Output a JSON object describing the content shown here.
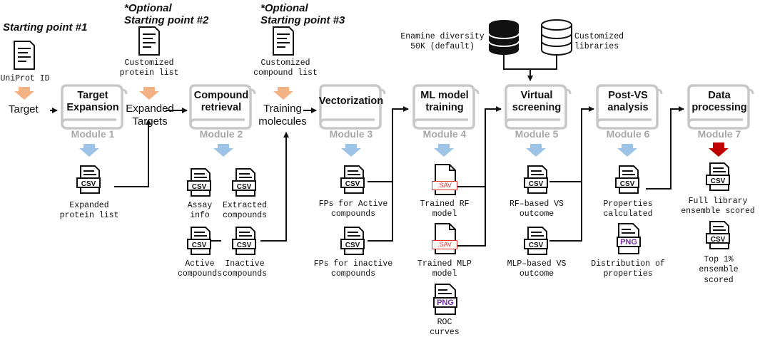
{
  "starts": {
    "start1": "Starting point #1",
    "start2_l1": "*Optional",
    "start2_l2": "Starting point #2",
    "start3_l1": "*Optional",
    "start3_l2": "Starting point #3"
  },
  "inputs": {
    "uniprot": "UniProt ID",
    "protein_list_l1": "Customized",
    "protein_list_l2": "protein list",
    "compound_list_l1": "Customized",
    "compound_list_l2": "compound list",
    "enamine_l1": "Enamine diversity",
    "enamine_l2": "50K (default)",
    "libs_l1": "Customized",
    "libs_l2": "libraries"
  },
  "nodes": {
    "target": "Target",
    "expanded_l1": "Expanded",
    "expanded_l2": "Targets",
    "training_l1": "Training",
    "training_l2": "molecules"
  },
  "modules": [
    {
      "title_l1": "Target",
      "title_l2": "Expansion",
      "num": "Module 1"
    },
    {
      "title_l1": "Compound",
      "title_l2": "retrieval",
      "num": "Module 2"
    },
    {
      "title_l1": "Vectorization",
      "title_l2": "",
      "num": "Module 3"
    },
    {
      "title_l1": "ML model",
      "title_l2": "training",
      "num": "Module 4"
    },
    {
      "title_l1": "Virtual",
      "title_l2": "screening",
      "num": "Module 5"
    },
    {
      "title_l1": "Post-VS",
      "title_l2": "analysis",
      "num": "Module 6"
    },
    {
      "title_l1": "Data",
      "title_l2": "processing",
      "num": "Module 7"
    }
  ],
  "files": {
    "csv_tag": "CSV",
    "sav_tag": ".SAV",
    "png_tag": "PNG",
    "expanded_protein_l1": "Expanded",
    "expanded_protein_l2": "protein list",
    "assay_l1": "Assay",
    "assay_l2": "info",
    "extracted_l1": "Extracted",
    "extracted_l2": "compounds",
    "active_l1": "Active",
    "active_l2": "compounds",
    "inactive_l1": "Inactive",
    "inactive_l2": "compounds",
    "fp_active_l1": "FPs for Active",
    "fp_active_l2": "compounds",
    "fp_inactive_l1": "FPs for inactive",
    "fp_inactive_l2": "compounds",
    "rf_l1": "Trained RF",
    "rf_l2": "model",
    "mlp_l1": "Trained MLP",
    "mlp_l2": "model",
    "roc_l1": "ROC",
    "roc_l2": "curves",
    "rf_vs_l1": "RF–based VS",
    "rf_vs_l2": "outcome",
    "mlp_vs_l1": "MLP–based VS",
    "mlp_vs_l2": "outcome",
    "props_l1": "Properties",
    "props_l2": "calculated",
    "dist_l1": "Distribution of",
    "dist_l2": "properties",
    "full_l1": "Full library",
    "full_l2": "ensemble scored",
    "top_l1": "Top 1%",
    "top_l2": "ensemble",
    "top_l3": "scored"
  },
  "colors": {
    "orange_arrow": "#f4b183",
    "blue_arrow": "#9dc3e6",
    "red_arrow": "#c00000",
    "scroll_gray": "#c8c8c8",
    "sav_red": "#e03030",
    "png_purple": "#7030a0"
  }
}
